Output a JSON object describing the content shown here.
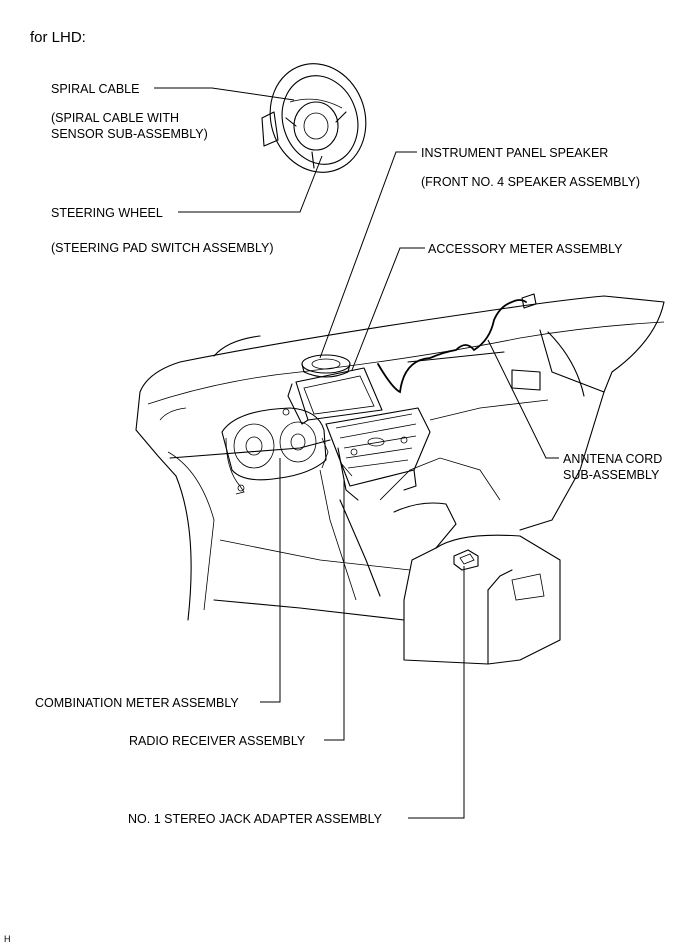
{
  "header": {
    "scope": "for LHD:"
  },
  "labels": {
    "spiral_cable": "SPIRAL CABLE",
    "spiral_cable_sub_1": "(SPIRAL CABLE WITH",
    "spiral_cable_sub_2": "SENSOR SUB-ASSEMBLY)",
    "steering_wheel": "STEERING WHEEL",
    "steering_pad": "(STEERING PAD SWITCH ASSEMBLY)",
    "instrument_panel_speaker": "INSTRUMENT PANEL SPEAKER",
    "front_no4_speaker": "(FRONT NO. 4 SPEAKER ASSEMBLY)",
    "accessory_meter": "ACCESSORY METER ASSEMBLY",
    "antenna_cord_1": "ANNTENA CORD",
    "antenna_cord_2": "SUB-ASSEMBLY",
    "combination_meter": "COMBINATION METER ASSEMBLY",
    "radio_receiver": "RADIO RECEIVER ASSEMBLY",
    "stereo_jack": "NO. 1 STEREO JACK ADAPTER ASSEMBLY"
  },
  "footer": {
    "ref": "H"
  }
}
